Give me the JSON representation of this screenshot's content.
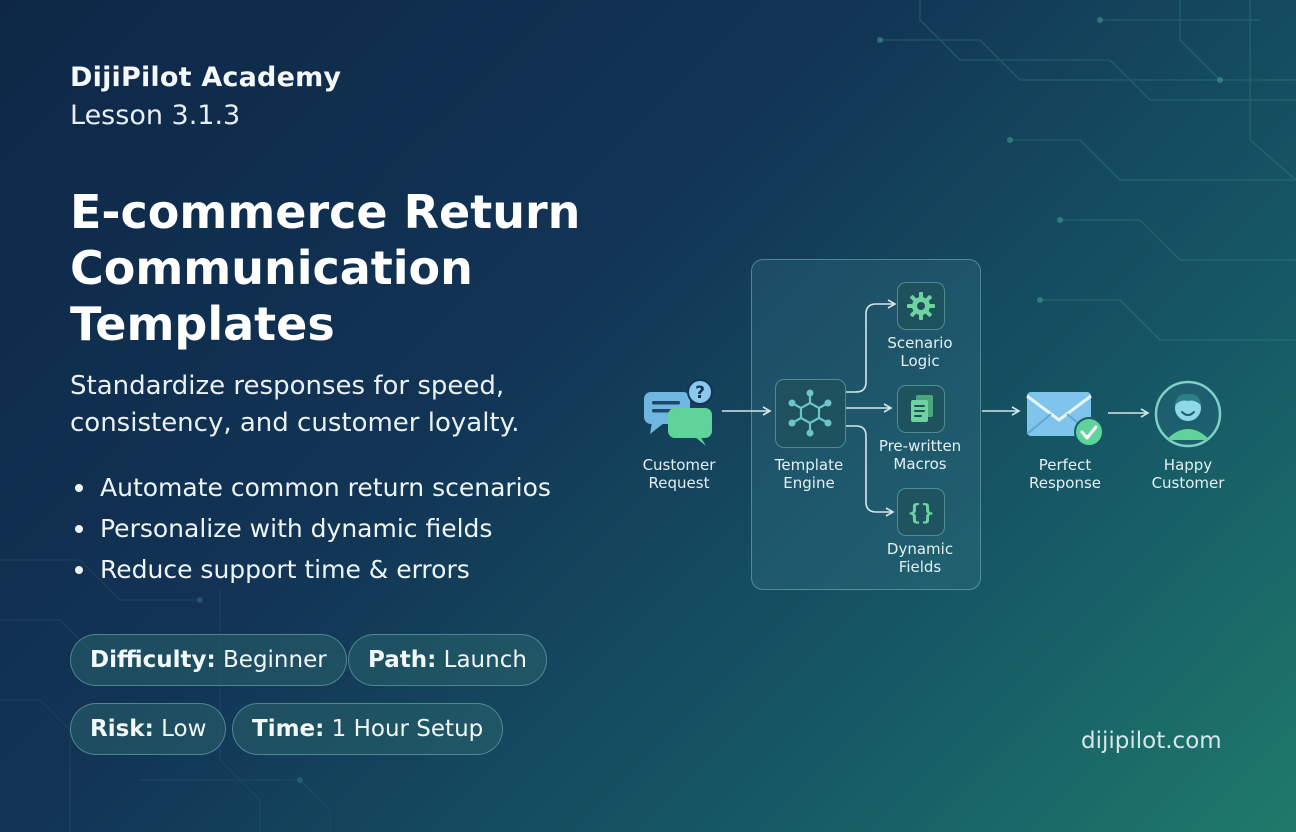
{
  "header": {
    "brand": "DijiPilot Academy",
    "lesson": "Lesson 3.1.3"
  },
  "title_lines": [
    "E-commerce Return",
    "Communication",
    "Templates"
  ],
  "subtitle_lines": [
    "Standardize responses for speed,",
    "consistency, and customer loyalty."
  ],
  "bullets": [
    "Automate common return scenarios",
    "Personalize with dynamic fields",
    "Reduce support time & errors"
  ],
  "tags": [
    {
      "key": "Difficulty:",
      "value": "Beginner"
    },
    {
      "key": "Path:",
      "value": "Launch"
    },
    {
      "key": "Risk:",
      "value": "Low"
    },
    {
      "key": "Time:",
      "value": "1 Hour Setup"
    }
  ],
  "diagram": {
    "customer_request": [
      "Customer",
      "Request"
    ],
    "template_engine": [
      "Template",
      "Engine"
    ],
    "scenario_logic": [
      "Scenario",
      "Logic"
    ],
    "prewritten_macros": [
      "Pre-written",
      "Macros"
    ],
    "dynamic_fields": [
      "Dynamic",
      "Fields"
    ],
    "perfect_response": [
      "Perfect",
      "Response"
    ],
    "happy_customer": [
      "Happy",
      "Customer"
    ]
  },
  "footer": {
    "site": "dijipilot.com"
  },
  "colors": {
    "accent_green": "#5fd39a",
    "accent_blue": "#6fb6e0",
    "background_start": "#0e2747",
    "background_end": "#1f7a6a"
  }
}
